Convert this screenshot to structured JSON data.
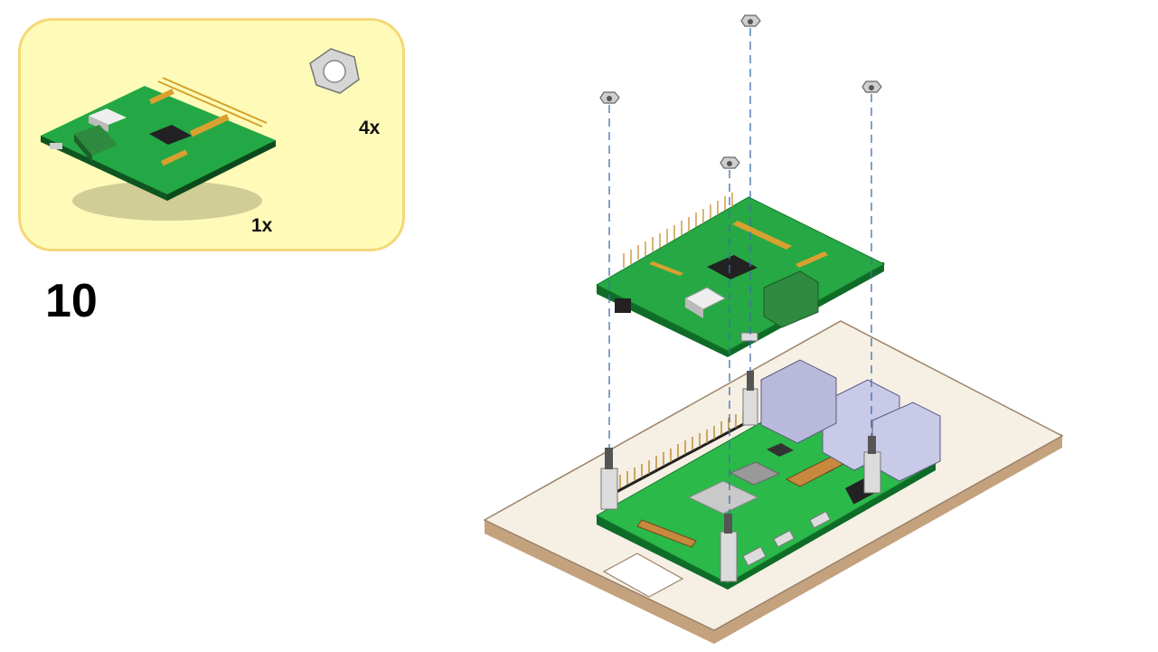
{
  "step": {
    "number": "10"
  },
  "parts": {
    "hat_board_qty": "1x",
    "nut_qty": "4x"
  },
  "colors": {
    "parts_box_bg": "#fefbb8",
    "parts_box_border": "#f5d77a",
    "pcb_green": "#1e9a3a",
    "base_plate": "#f6efe4",
    "guide_line": "#3f6fa8"
  }
}
